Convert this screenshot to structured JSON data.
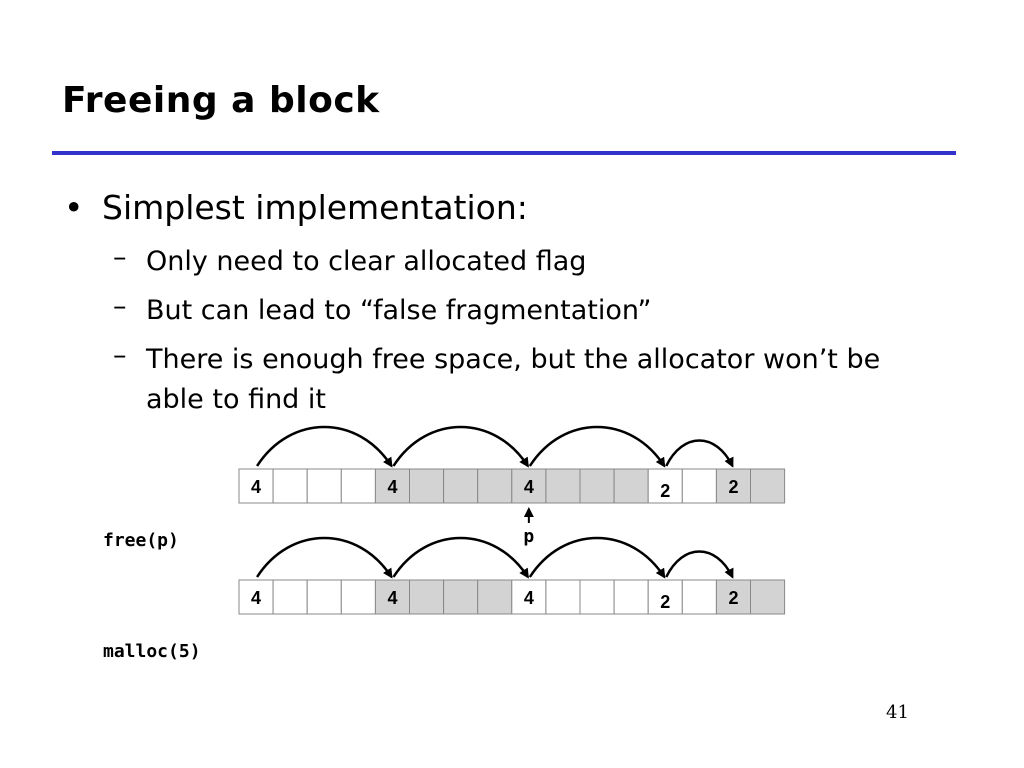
{
  "slide": {
    "title": "Freeing a block",
    "page_number": "41"
  },
  "bullet": {
    "marker": "•",
    "text": "Simplest implementation:"
  },
  "subbullets": [
    {
      "marker": "–",
      "text": "Only need to clear allocated flag"
    },
    {
      "marker": "–",
      "text": "But can lead to “false fragmentation”"
    },
    {
      "marker": "–",
      "text": "There is enough free space, but the allocator won’t be able to find it"
    }
  ],
  "code_labels": {
    "free_call": "free(p)",
    "malloc_call": "malloc(5)"
  },
  "pointer_label": "p",
  "colors": {
    "rule": "#3333cc",
    "allocated_cell": "#d3d3d3",
    "free_cell": "#ffffff"
  },
  "heaps": [
    {
      "cells": [
        {
          "label": "4",
          "shaded": false
        },
        {
          "label": "",
          "shaded": false
        },
        {
          "label": "",
          "shaded": false
        },
        {
          "label": "",
          "shaded": false
        },
        {
          "label": "4",
          "shaded": true
        },
        {
          "label": "",
          "shaded": true
        },
        {
          "label": "",
          "shaded": true
        },
        {
          "label": "",
          "shaded": true
        },
        {
          "label": "4",
          "shaded": true
        },
        {
          "label": "",
          "shaded": true
        },
        {
          "label": "",
          "shaded": true
        },
        {
          "label": "",
          "shaded": true
        },
        {
          "label": "2",
          "shaded": false
        },
        {
          "label": "",
          "shaded": false
        },
        {
          "label": "2",
          "shaded": true
        },
        {
          "label": "",
          "shaded": true
        }
      ],
      "links": [
        [
          0,
          4
        ],
        [
          4,
          8
        ],
        [
          8,
          12
        ],
        [
          12,
          14
        ]
      ],
      "pointer_at": 8
    },
    {
      "cells": [
        {
          "label": "4",
          "shaded": false
        },
        {
          "label": "",
          "shaded": false
        },
        {
          "label": "",
          "shaded": false
        },
        {
          "label": "",
          "shaded": false
        },
        {
          "label": "4",
          "shaded": true
        },
        {
          "label": "",
          "shaded": true
        },
        {
          "label": "",
          "shaded": true
        },
        {
          "label": "",
          "shaded": true
        },
        {
          "label": "4",
          "shaded": false
        },
        {
          "label": "",
          "shaded": false
        },
        {
          "label": "",
          "shaded": false
        },
        {
          "label": "",
          "shaded": false
        },
        {
          "label": "2",
          "shaded": false
        },
        {
          "label": "",
          "shaded": false
        },
        {
          "label": "2",
          "shaded": true
        },
        {
          "label": "",
          "shaded": true
        }
      ],
      "links": [
        [
          0,
          4
        ],
        [
          4,
          8
        ],
        [
          8,
          12
        ],
        [
          12,
          14
        ]
      ],
      "pointer_at": null
    }
  ]
}
